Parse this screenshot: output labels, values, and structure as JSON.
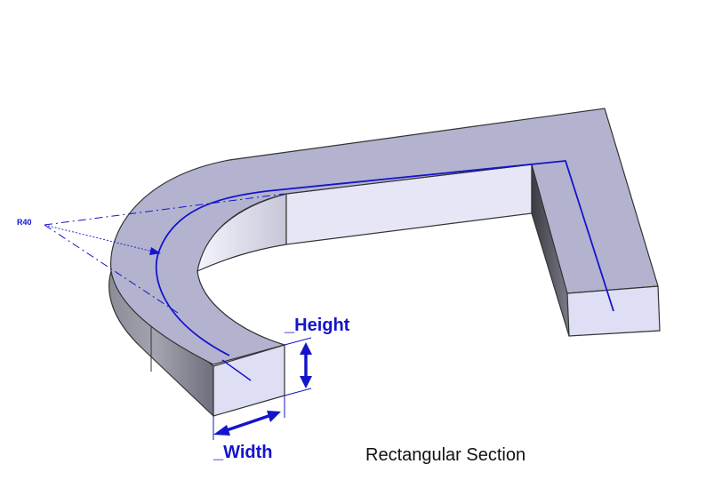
{
  "colors": {
    "top_face": "#b3b3cf",
    "inner_wall": "#e6e6f6",
    "end_face": "#dedef4",
    "outer_wall_dark": "#7a7a8a",
    "edge": "#333333",
    "annotation": "#1414cc",
    "caption": "#111111"
  },
  "labels": {
    "radius": "R40",
    "height": "_Height",
    "width": "_Width",
    "caption": "Rectangular Section"
  }
}
